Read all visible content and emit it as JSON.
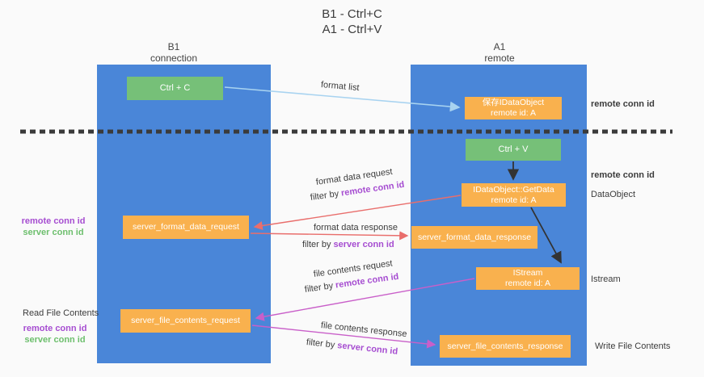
{
  "title": {
    "line1": "B1 - Ctrl+C",
    "line2": "A1 - Ctrl+V"
  },
  "columns": {
    "left": {
      "header_line1": "B1",
      "header_line2": "connection"
    },
    "right": {
      "header_line1": "A1",
      "header_line2": "remote"
    }
  },
  "boxes": {
    "ctrl_c": {
      "label": "Ctrl + C"
    },
    "save_idataobject": {
      "line1": "保存IDataObject",
      "line2": "remote id: A"
    },
    "ctrl_v": {
      "label": "Ctrl + V"
    },
    "getdata": {
      "line1": "IDataObject::GetData",
      "line2": "remote id: A"
    },
    "server_format_data_request": {
      "label": "server_format_data_request"
    },
    "server_format_data_response": {
      "label": "server_format_data_response"
    },
    "istream": {
      "line1": "IStream",
      "line2": "remote id: A"
    },
    "server_file_contents_request": {
      "label": "server_file_contents_request"
    },
    "server_file_contents_response": {
      "label": "server_file_contents_response"
    }
  },
  "arrow_labels": {
    "format_list": "format list",
    "format_data_request": "format data request",
    "filter1_prefix": "filter by ",
    "filter1_id": "remote conn id",
    "format_data_response": "format data response",
    "filter2_prefix": "filter by ",
    "filter2_id": "server conn id",
    "file_contents_request": "file contents request",
    "filter3_prefix": "filter by ",
    "filter3_id": "remote conn id",
    "file_contents_response": "file contents response",
    "filter4_prefix": "filter by ",
    "filter4_id": "server conn id"
  },
  "side_labels": {
    "right_remote_conn_id_1": "remote conn id",
    "right_remote_conn_id_2": "remote conn id",
    "dataobject": "DataObject",
    "istream": "Istream",
    "write_file_contents": "Write File Contents",
    "left_remote_conn_id_1": "remote conn id",
    "left_server_conn_id_1": "server conn id",
    "read_file_contents": "Read File Contents",
    "left_remote_conn_id_2": "remote conn id",
    "left_server_conn_id_2": "server conn id"
  },
  "colors": {
    "column_blue": "#4a86d8",
    "box_green": "#76c078",
    "box_orange": "#f9b14e",
    "arrow_red": "#e96e6c",
    "arrow_magenta": "#c95fc9",
    "arrow_lightblue": "#a8d3f0",
    "arrow_black": "#333333",
    "dashed_line": "#3a3a3a",
    "text_purple": "#a64dd1",
    "text_green": "#6dbf6d",
    "text_dark": "#3c3c3c"
  }
}
